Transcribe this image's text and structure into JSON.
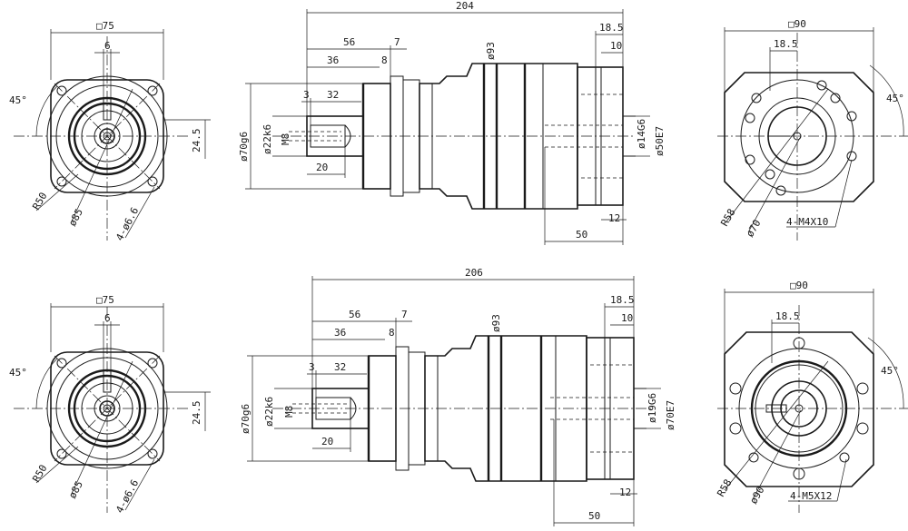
{
  "drawings": [
    {
      "flange_front": {
        "square": "□75",
        "key_width": "6",
        "angle": "45°",
        "offset": "24.5",
        "radius": "R50",
        "bolt_circle": "ø85",
        "holes": "4-ø6.6"
      },
      "side": {
        "overall": "204",
        "d56": "56",
        "d7": "7",
        "d36": "36",
        "d8": "8",
        "d3": "3",
        "d32": "32",
        "d20": "20",
        "body_dia": "ø93",
        "pilot": "ø70g6",
        "shaft": "ø22k6",
        "thread": "M8",
        "r185": "18.5",
        "r10": "10",
        "bore": "ø14G6",
        "recess": "ø50E7",
        "d12": "12",
        "d50": "50"
      },
      "motor_face": {
        "square": "□90",
        "offset": "18.5",
        "angle": "45°",
        "radius": "R58",
        "pcd": "ø70",
        "holes": "4-M4X10"
      }
    },
    {
      "flange_front": {
        "square": "□75",
        "key_width": "6",
        "angle": "45°",
        "offset": "24.5",
        "radius": "R50",
        "bolt_circle": "ø85",
        "holes": "4-ø6.6"
      },
      "side": {
        "overall": "206",
        "d56": "56",
        "d7": "7",
        "d36": "36",
        "d8": "8",
        "d3": "3",
        "d32": "32",
        "d20": "20",
        "body_dia": "ø93",
        "pilot": "ø70g6",
        "shaft": "ø22k6",
        "thread": "M8",
        "r185": "18.5",
        "r10": "10",
        "bore": "ø19G6",
        "recess": "ø70E7",
        "d12": "12",
        "d50": "50"
      },
      "motor_face": {
        "square": "□90",
        "offset": "18.5",
        "angle": "45°",
        "radius": "R58",
        "pcd": "ø90",
        "holes": "4-M5X12"
      }
    }
  ]
}
